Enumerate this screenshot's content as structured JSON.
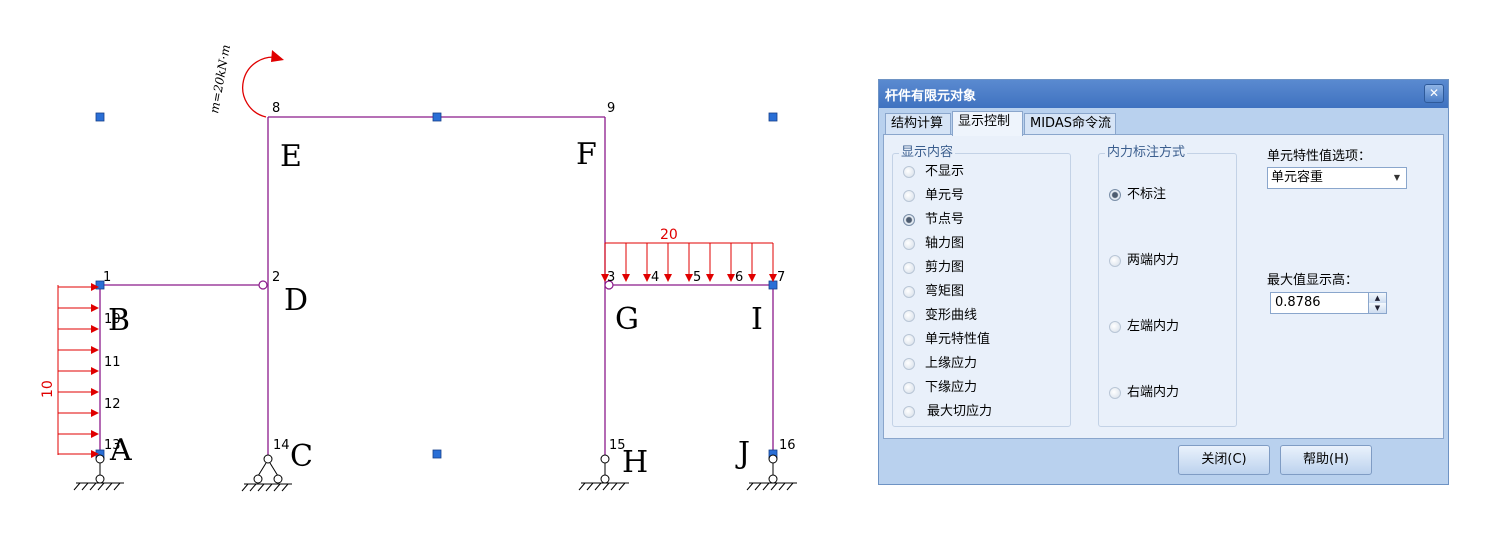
{
  "structure": {
    "moment_label": "m=20kN·m",
    "distributed_load_left": "10",
    "distributed_load_right": "20",
    "node_numbers": [
      "1",
      "2",
      "3",
      "4",
      "5",
      "6",
      "7",
      "8",
      "9",
      "10",
      "11",
      "12",
      "13",
      "14",
      "15",
      "16"
    ],
    "point_labels": [
      "A",
      "B",
      "C",
      "D",
      "E",
      "F",
      "G",
      "H",
      "I",
      "J"
    ],
    "colors": {
      "member": "#8b1a8b",
      "load": "#e00000",
      "node_marker": "#2a6fd6"
    }
  },
  "dialog": {
    "title": "杆件有限元对象",
    "close_symbol": "✕",
    "tabs": [
      "结构计算",
      "显示控制",
      "MIDAS命令流"
    ],
    "active_tab": "显示控制",
    "display_content": {
      "title": "显示内容",
      "options": [
        "不显示",
        "单元号",
        "节点号",
        "轴力图",
        "剪力图",
        "弯矩图",
        "变形曲线",
        "单元特性值",
        "上缘应力",
        "下缘应力",
        "最大切应力"
      ],
      "selected": "节点号"
    },
    "force_annotation": {
      "title": "内力标注方式",
      "options": [
        "不标注",
        "两端内力",
        "左端内力",
        "右端内力"
      ],
      "selected": "不标注"
    },
    "element_property": {
      "label": "单元特性值选项：",
      "value": "单元容重"
    },
    "max_display_height": {
      "label": "最大值显示高：",
      "value": "0.8786"
    },
    "buttons": {
      "close": "关闭(C)",
      "help": "帮助(H)"
    }
  }
}
